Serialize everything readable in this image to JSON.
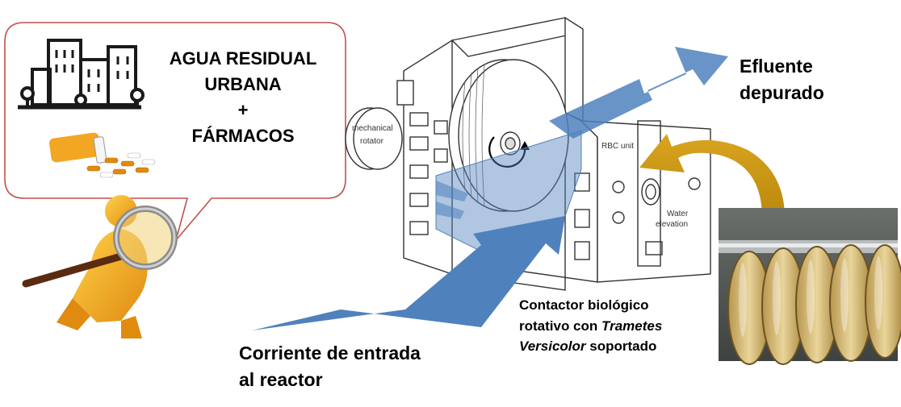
{
  "bubble": {
    "line1": "AGUA RESIDUAL",
    "line2": "URBANA",
    "plus": "+",
    "line3": "FÁRMACOS"
  },
  "reactor": {
    "mechanical_rotator": [
      "mechanical",
      "rotator"
    ],
    "rbc_unit": "RBC unit",
    "water_elevation": [
      "Water",
      "elevation"
    ]
  },
  "labels": {
    "outlet": [
      "Efluente",
      "depurado"
    ],
    "inlet": [
      "Corriente de entrada",
      "al reactor"
    ],
    "contactor_line1": "Contactor biológico",
    "contactor_line2_a": "rotativo con ",
    "contactor_line2_b": "Trametes",
    "contactor_line3_a": "Versicolor",
    "contactor_line3_b": " soportado"
  },
  "colors": {
    "bubble_border": "#c0504d",
    "arrow_blue": "#4f81bd",
    "arrow_gold": "#c99a1a",
    "figure_orange": "#f0a020"
  },
  "icons": [
    "city-buildings-icon",
    "pill-bottle-icon",
    "person-magnifier-icon"
  ]
}
